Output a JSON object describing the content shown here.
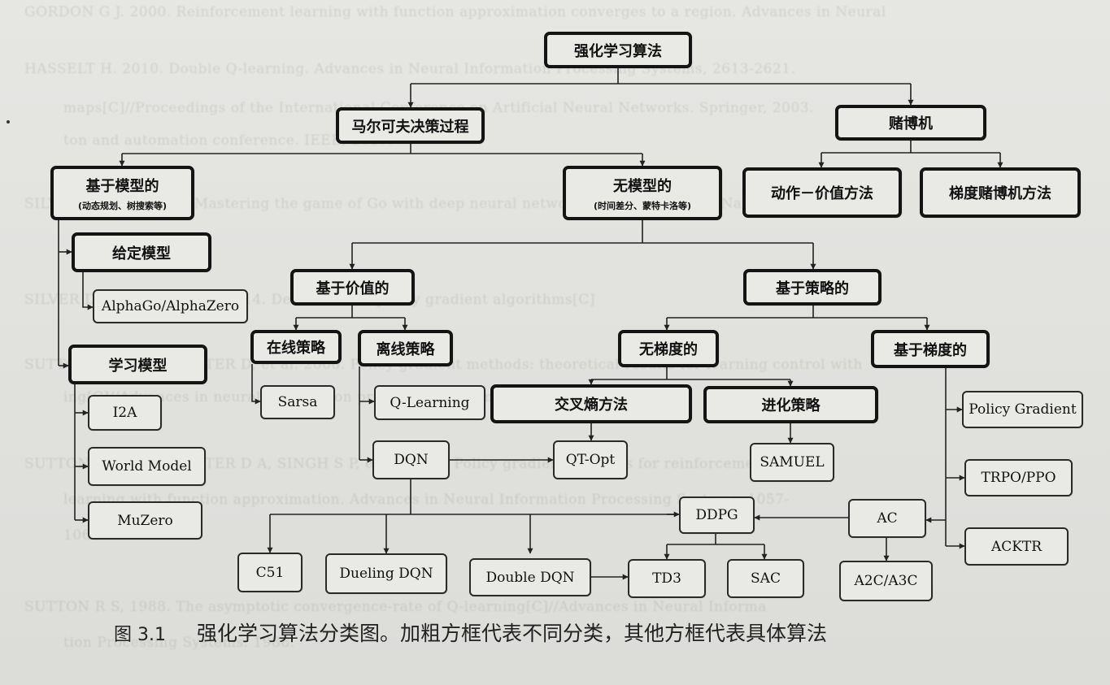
{
  "nodes": {
    "root": "强化学习算法",
    "mdp": "马尔可夫决策过程",
    "bandit": "赌博机",
    "model_based": "基于模型的",
    "model_based_sub": "(动态规划、树搜索等)",
    "model_free": "无模型的",
    "model_free_sub": "(时间差分、蒙特卡洛等)",
    "action_value": "动作－价值方法",
    "gradient_bandit": "梯度赌博机方法",
    "given_model": "给定模型",
    "alphago": "AlphaGo/AlphaZero",
    "learned_model": "学习模型",
    "i2a": "I2A",
    "world_model": "World Model",
    "muzero": "MuZero",
    "value_based": "基于价值的",
    "policy_based": "基于策略的",
    "on_policy": "在线策略",
    "off_policy": "离线策略",
    "sarsa": "Sarsa",
    "q_learning": "Q-Learning",
    "dqn": "DQN",
    "gradient_free": "无梯度的",
    "gradient_based": "基于梯度的",
    "cross_entropy": "交叉熵方法",
    "evolution": "进化策略",
    "qt_opt": "QT-Opt",
    "samuel": "SAMUEL",
    "policy_gradient": "Policy Gradient",
    "trpo_ppo": "TRPO/PPO",
    "acktr": "ACKTR",
    "ddpg": "DDPG",
    "ac": "AC",
    "c51": "C51",
    "dueling_dqn": "Dueling DQN",
    "double_dqn": "Double DQN",
    "td3": "TD3",
    "sac": "SAC",
    "a2c_a3c": "A2C/A3C"
  },
  "caption": {
    "number": "图 3.1",
    "text": "强化学习算法分类图。加粗方框代表不同分类，其他方框代表具体算法"
  },
  "background_text": [
    "GORDON G J. 2000. Reinforcement learning with function approximation converges to a region. Advances in Neural",
    "HASSELT H. 2010. Double Q-learning. Advances in Neural Information Processing Systems, 2613-2621.",
    "maps[C]//Proceedings of the International Conference on Artificial Neural Networks. Springer, 2003.",
    "ton and automation conference. IEEE, 2017.",
    "SILVER D, et al. 2016. Mastering the game of Go with deep neural networks and tree search. Nature, 529.",
    "SILVER D, LEVER G, et al. 2014. Deterministic policy gradient algorithms[C]",
    "SUTTON R S, MCALLESTER D, et al. 2000. Policy gradient methods: theoretical results for learning control with",
    "ing[C]//Advances in neural information processing systems. 2000.",
    "SUTTON R S, MCALLESTER D A, SINGH S P, et al. 2000. Policy gradient methods for reinforcement",
    "learning with function approximation. Advances in Neural Information Processing Systems, 1057-",
    "1063.",
    "SUTTON R S, 1988. The asymptotic convergence-rate of Q-learning[C]//Advances in Neural Informa",
    "tion Processing Systems. 1988."
  ]
}
